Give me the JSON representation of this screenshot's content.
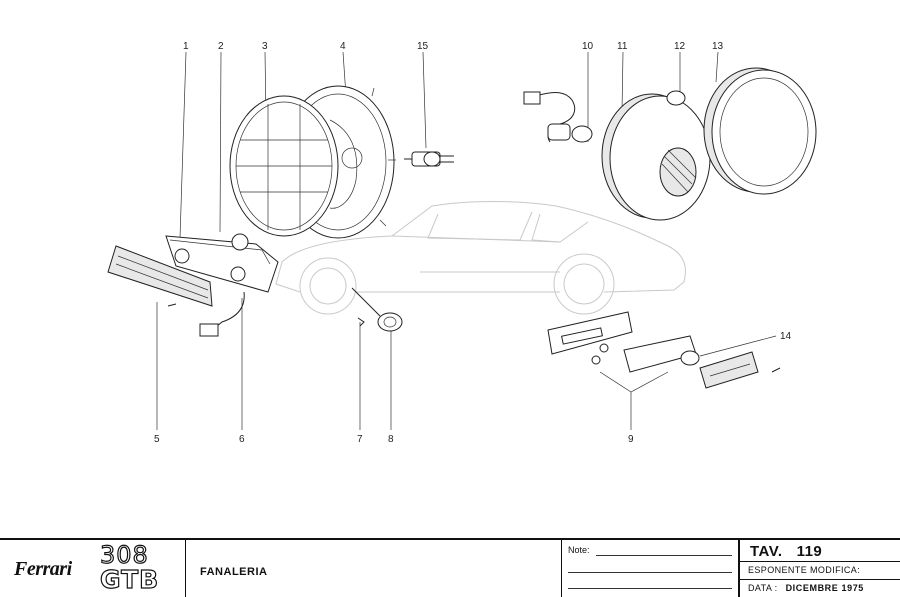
{
  "callouts": [
    "1",
    "2",
    "3",
    "4",
    "15",
    "10",
    "11",
    "12",
    "13",
    "5",
    "6",
    "7",
    "8",
    "14",
    "9"
  ],
  "title_block": {
    "brand": "Ferrari",
    "model_line1": "308",
    "model_line2": "GTB",
    "description": "FANALERIA",
    "note_label": "Note:",
    "table_label": "TAV.",
    "table_number": "119",
    "revision_label": "ESPONENTE MODIFICA:",
    "date_label": "DATA :",
    "date_value": "DICEMBRE 1975"
  }
}
